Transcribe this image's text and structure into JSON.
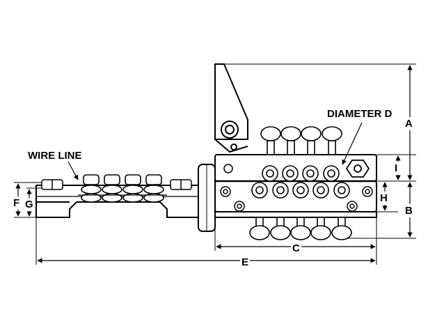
{
  "callouts": {
    "wire_line": "WIRE LINE",
    "diameter": "DIAMETER D"
  },
  "dimensions": {
    "a": "A",
    "b": "B",
    "c": "C",
    "e": "E",
    "f": "F",
    "g": "G",
    "h": "H",
    "i": "I"
  },
  "colors": {
    "ink": "#000000",
    "paper": "#ffffff"
  }
}
